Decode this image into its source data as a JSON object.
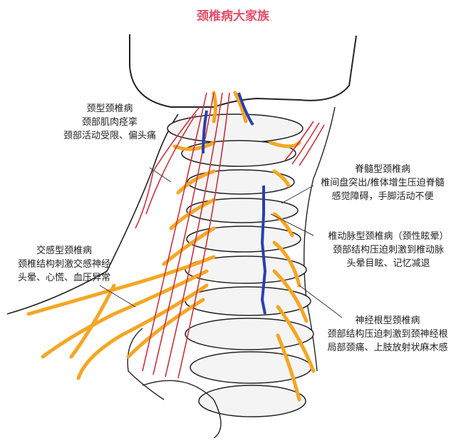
{
  "title": "颈椎病大家族",
  "annotations": {
    "neck_type": {
      "name": "颈型颈椎病",
      "line1": "颈部肌肉痉挛",
      "line2": "颈部活动受限、偏头痛"
    },
    "spinal_cord_type": {
      "name": "脊髓型颈椎病",
      "line1": "椎间盘突出/椎体增生压迫脊髓",
      "line2": "感觉障碍，手脚活动不便"
    },
    "vertebral_artery_type": {
      "name": "椎动脉型颈椎病（颈性眩晕）",
      "line1": "颈部结构压迫刺激到椎动脉",
      "line2": "头晕目眩、记忆减退"
    },
    "sympathetic_type": {
      "name": "交感型颈椎病",
      "line1": "颈椎结构刺激交感神经",
      "line2": "头晕、心慌、血压异常"
    },
    "nerve_root_type": {
      "name": "神经根型颈椎病",
      "line1": "颈部结构压迫刺激到颈神经根",
      "line2": "局部颈痛、上肢放射状麻木感"
    }
  },
  "colors": {
    "title": "#e0506a",
    "muscle": "#c8323c",
    "nerve": "#f5a623",
    "artery": "#2a3fb0",
    "bone": "#f4f4f4",
    "outline": "#222222"
  }
}
